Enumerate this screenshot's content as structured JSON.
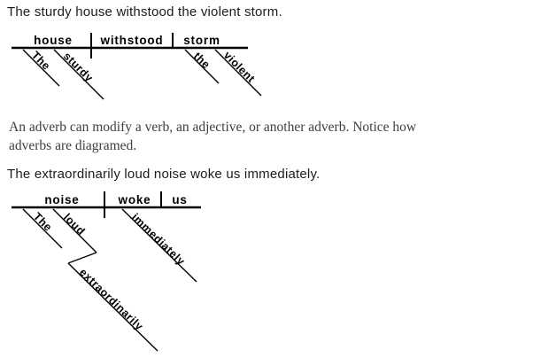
{
  "colors": {
    "background": "#ffffff",
    "heading_text": "#1c1c1c",
    "paragraph_text": "#3e3e3e",
    "diagram_line": "#000000"
  },
  "sentence1": "The sturdy house withstood the violent storm.",
  "explanation": {
    "line1": "An adverb can modify a verb, an adjective, or another adverb. Notice how",
    "line2": "adverbs are diagramed."
  },
  "sentence2": "The extraordinarily loud noise woke us immediately.",
  "diagram1": {
    "subject": "house",
    "verb": "withstood",
    "object": "storm",
    "subject_modifiers": [
      "The",
      "sturdy"
    ],
    "object_modifiers": [
      "the",
      "violent"
    ]
  },
  "diagram2": {
    "subject": "noise",
    "verb": "woke",
    "object": "us",
    "subject_modifiers": [
      "The",
      "loud"
    ],
    "adjective_modifier": "extraordinarily",
    "verb_modifier": "immediately"
  }
}
